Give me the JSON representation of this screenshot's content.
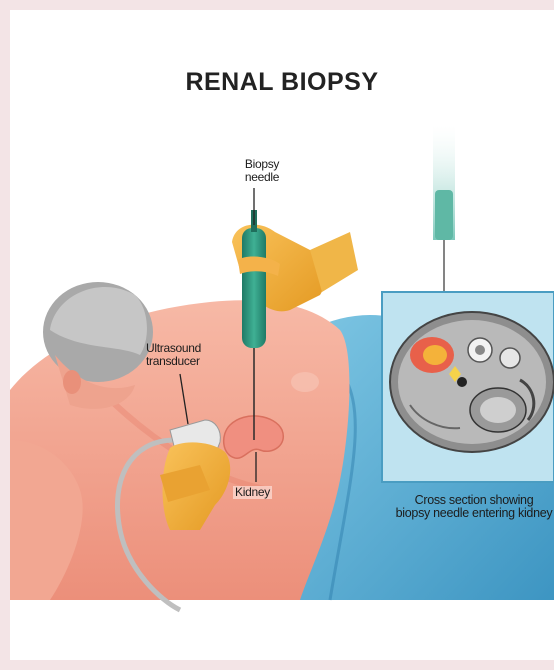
{
  "title": "RENAL BIOPSY",
  "labels": {
    "biopsy_needle": [
      "Biopsy",
      "needle"
    ],
    "ultrasound": [
      "Ultrasound",
      "transducer"
    ],
    "kidney": "Kidney",
    "cross_section": [
      "Cross section showing",
      "biopsy needle entering kidney"
    ]
  }
}
